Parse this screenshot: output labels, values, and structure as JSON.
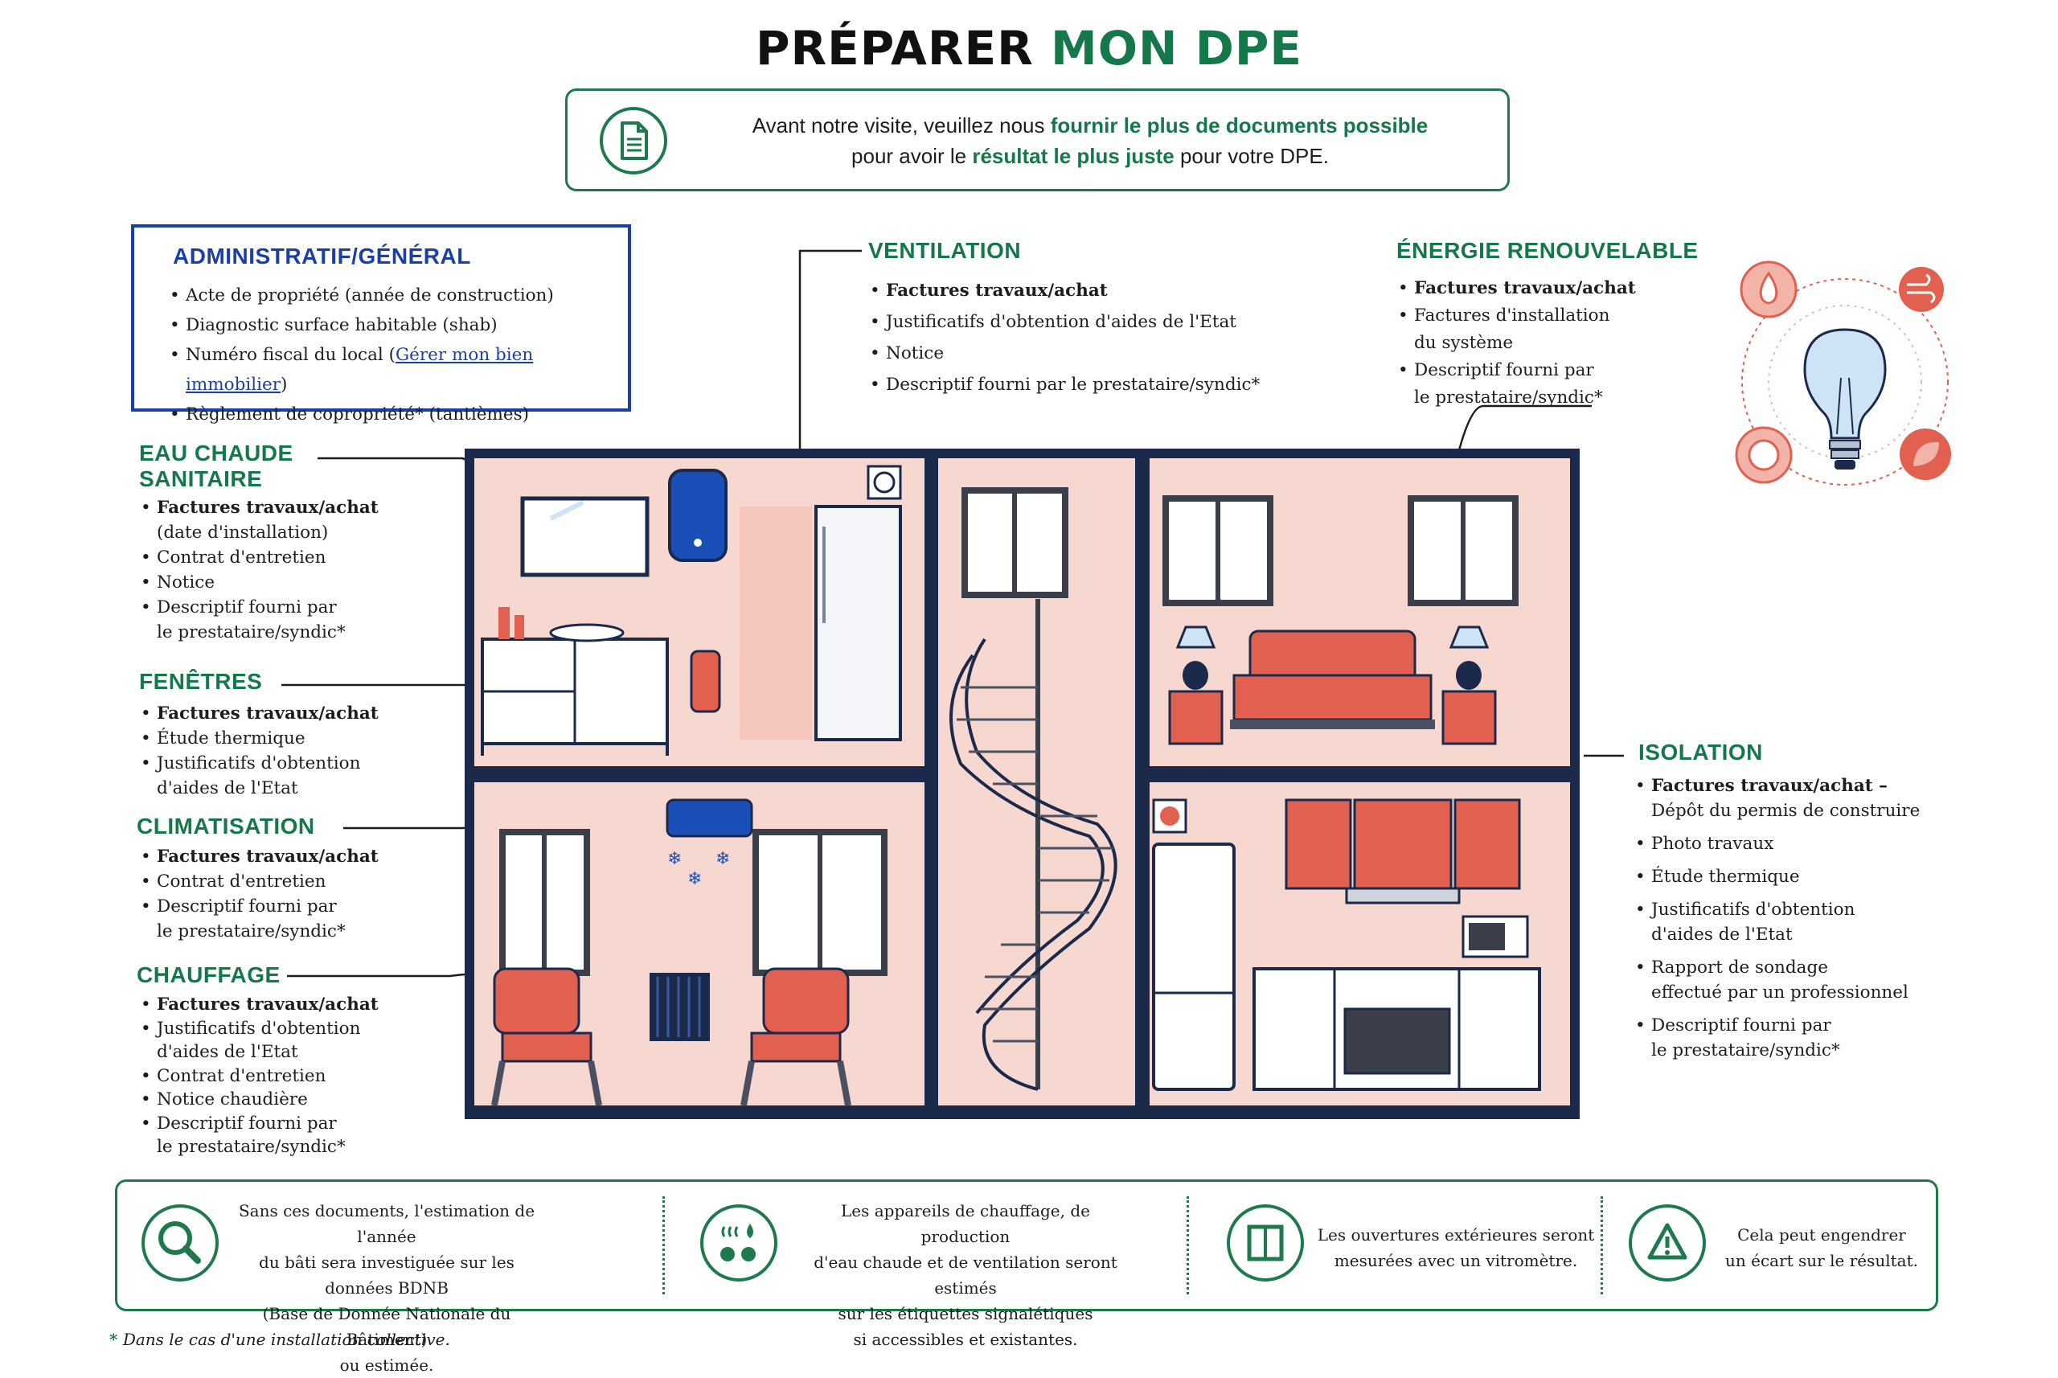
{
  "header": {
    "title_part1": "PRÉPARER",
    "title_part2": "MON DPE"
  },
  "intro": {
    "line1_a": "Avant notre visite, veuillez nous ",
    "line1_b": "fournir le plus de documents possible",
    "line2_a": "pour avoir le ",
    "line2_b": "résultat le plus juste",
    "line2_c": " pour votre DPE.",
    "icon": "document-icon"
  },
  "admin": {
    "title": "ADMINISTRATIF/GÉNÉRAL",
    "items": [
      "Acte de propriété (année de construction)",
      "Diagnostic surface habitable (shab)",
      "Numéro fiscal du local (",
      "Règlement de copropriété* (tantièmes)"
    ],
    "link_text": "Gérer mon bien immobilier",
    "link_close": ")"
  },
  "ventilation": {
    "title": "VENTILATION",
    "items": [
      "Factures travaux/achat",
      "Justificatifs d'obtention d'aides de l'Etat",
      "Notice",
      "Descriptif fourni par le prestataire/syndic*"
    ]
  },
  "energie": {
    "title": "ÉNERGIE RENOUVELABLE",
    "items": [
      "Factures travaux/achat",
      "Factures d'installation",
      "du système",
      "Descriptif fourni par",
      "le prestataire/syndic*"
    ]
  },
  "eau": {
    "title1": "EAU CHAUDE",
    "title2": "SANITAIRE",
    "items": [
      "Factures travaux/achat",
      "(date d'installation)",
      "Contrat d'entretien",
      "Notice",
      "Descriptif fourni par",
      "le prestataire/syndic*"
    ]
  },
  "fenetres": {
    "title": "FENÊTRES",
    "items": [
      "Factures travaux/achat",
      "Étude thermique",
      "Justificatifs d'obtention",
      "d'aides de l'Etat"
    ]
  },
  "climatisation": {
    "title": "CLIMATISATION",
    "items": [
      "Factures travaux/achat",
      "Contrat d'entretien",
      "Descriptif fourni par",
      "le prestataire/syndic*"
    ]
  },
  "chauffage": {
    "title": "CHAUFFAGE",
    "items": [
      "Factures travaux/achat",
      "Justificatifs d'obtention",
      "d'aides de l'Etat",
      "Contrat d'entretien",
      "Notice chaudière",
      "Descriptif fourni par",
      "le prestataire/syndic*"
    ]
  },
  "isolation": {
    "title": "ISOLATION",
    "items": [
      "Factures travaux/achat –",
      "Dépôt du permis de construire",
      "Photo travaux",
      "Étude thermique",
      "Justificatifs d'obtention",
      "d'aides de l'Etat",
      "Rapport de sondage",
      "effectué par un professionnel",
      "Descriptif fourni par",
      "le prestataire/syndic*"
    ]
  },
  "bottom": {
    "cells": [
      {
        "icon": "magnifier-icon",
        "lines": [
          "Sans ces documents, l'estimation de l'année",
          "du bâti sera investiguée sur les données BDNB",
          "(Base de Donnée Nationale du Bâtiment)",
          "ou estimée."
        ]
      },
      {
        "icon": "heating-water-icon",
        "lines": [
          "Les appareils de chauffage, de production",
          "d'eau chaude et de ventilation seront estimés",
          "sur les étiquettes signalétiques",
          "si accessibles et existantes."
        ]
      },
      {
        "icon": "window-icon",
        "lines": [
          "Les ouvertures extérieures seront",
          "mesurées avec un vitromètre."
        ]
      },
      {
        "icon": "warning-icon",
        "lines": [
          "Cela peut engendrer",
          "un écart sur le résultat."
        ]
      }
    ]
  },
  "footnote": {
    "star": "*",
    "text": " Dans le cas d'une installation collective."
  },
  "colors": {
    "brand_green": "#15784a",
    "admin_blue": "#1b3fa8",
    "house_outline": "#1b2a4a",
    "furniture_red": "#e2604f",
    "wall_pink": "#f7d8d0"
  }
}
